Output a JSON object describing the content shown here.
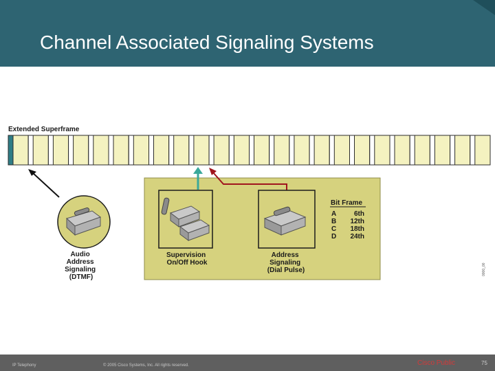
{
  "slide": {
    "title": "Channel Associated Signaling Systems"
  },
  "diagram": {
    "frame_label": "Extended Superframe",
    "frame_slot_count": 24,
    "devices": [
      {
        "icon": "phone-dtmf-icon",
        "label_lines": [
          "Audio",
          "Address",
          "Signaling",
          "(DTMF)"
        ]
      },
      {
        "icon": "phone-offhook-icon",
        "label_lines": [
          "Supervision",
          "On/Off Hook"
        ]
      },
      {
        "icon": "phone-dialpulse-icon",
        "label_lines": [
          "Address",
          "Signaling",
          "(Dial Pulse)"
        ]
      }
    ],
    "bit_frame": {
      "heading": "Bit Frame",
      "rows": [
        {
          "bit": "A",
          "frame": "6th"
        },
        {
          "bit": "B",
          "frame": "12th"
        },
        {
          "bit": "C",
          "frame": "18th"
        },
        {
          "bit": "D",
          "frame": "24th"
        }
      ]
    },
    "side_id": "0000_00",
    "colors": {
      "panel": "#d6d27e",
      "slot_fill": "#f4f2c0",
      "slot_first": "#2f7d86",
      "arrow_teal": "#3aa89a",
      "arrow_red": "#a0141d"
    }
  },
  "footer": {
    "course": "IP Telephony",
    "copyright": "© 2005 Cisco Systems, Inc. All rights reserved.",
    "classification": "Cisco Public",
    "page": "75"
  }
}
